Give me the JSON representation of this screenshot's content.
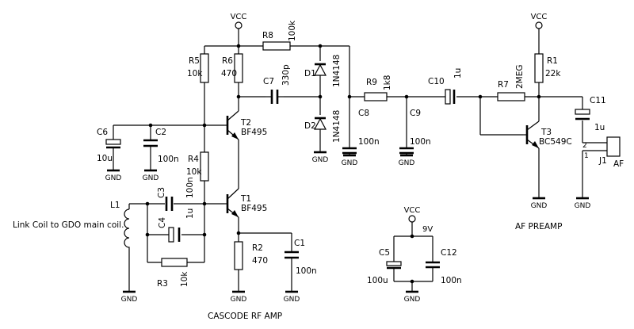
{
  "rails": {
    "vcc": "VCC",
    "gnd": "GND",
    "supply": "9V"
  },
  "components": {
    "R1": {
      "ref": "R1",
      "value": "22k"
    },
    "R2": {
      "ref": "R2",
      "value": "470"
    },
    "R3": {
      "ref": "R3",
      "value": "10k"
    },
    "R4": {
      "ref": "R4",
      "value": "10k"
    },
    "R5": {
      "ref": "R5",
      "value": "10k"
    },
    "R6": {
      "ref": "R6",
      "value": "470"
    },
    "R7": {
      "ref": "R7",
      "value": "2MEG"
    },
    "R8": {
      "ref": "R8",
      "value": "100k"
    },
    "R9": {
      "ref": "R9",
      "value": "1k8"
    },
    "C1": {
      "ref": "C1",
      "value": "100n"
    },
    "C2": {
      "ref": "C2",
      "value": "100n"
    },
    "C3": {
      "ref": "C3",
      "value": "100n"
    },
    "C4": {
      "ref": "C4",
      "value": "1u"
    },
    "C5": {
      "ref": "C5",
      "value": "100u"
    },
    "C6": {
      "ref": "C6",
      "value": "10u"
    },
    "C7": {
      "ref": "C7",
      "value": "330p"
    },
    "C8": {
      "ref": "C8",
      "value": "100n"
    },
    "C9": {
      "ref": "C9",
      "value": "100n"
    },
    "C10": {
      "ref": "C10",
      "value": "1u"
    },
    "C11": {
      "ref": "C11",
      "value": "1u"
    },
    "C12": {
      "ref": "C12",
      "value": "100n"
    },
    "D1": {
      "ref": "D1",
      "value": "1N4148"
    },
    "D2": {
      "ref": "D2",
      "value": "1N4148"
    },
    "T1": {
      "ref": "T1",
      "value": "BF495"
    },
    "T2": {
      "ref": "T2",
      "value": "BF495"
    },
    "T3": {
      "ref": "T3",
      "value": "BC549C"
    },
    "L1": {
      "ref": "L1"
    },
    "J1": {
      "ref": "J1",
      "value": "AF",
      "pin1": "1",
      "pin2": "2"
    }
  },
  "annotations": {
    "link_coil": "Link Coil to GDO main coil.",
    "rf_section": "CASCODE RF AMP",
    "af_section": "AF PREAMP"
  }
}
